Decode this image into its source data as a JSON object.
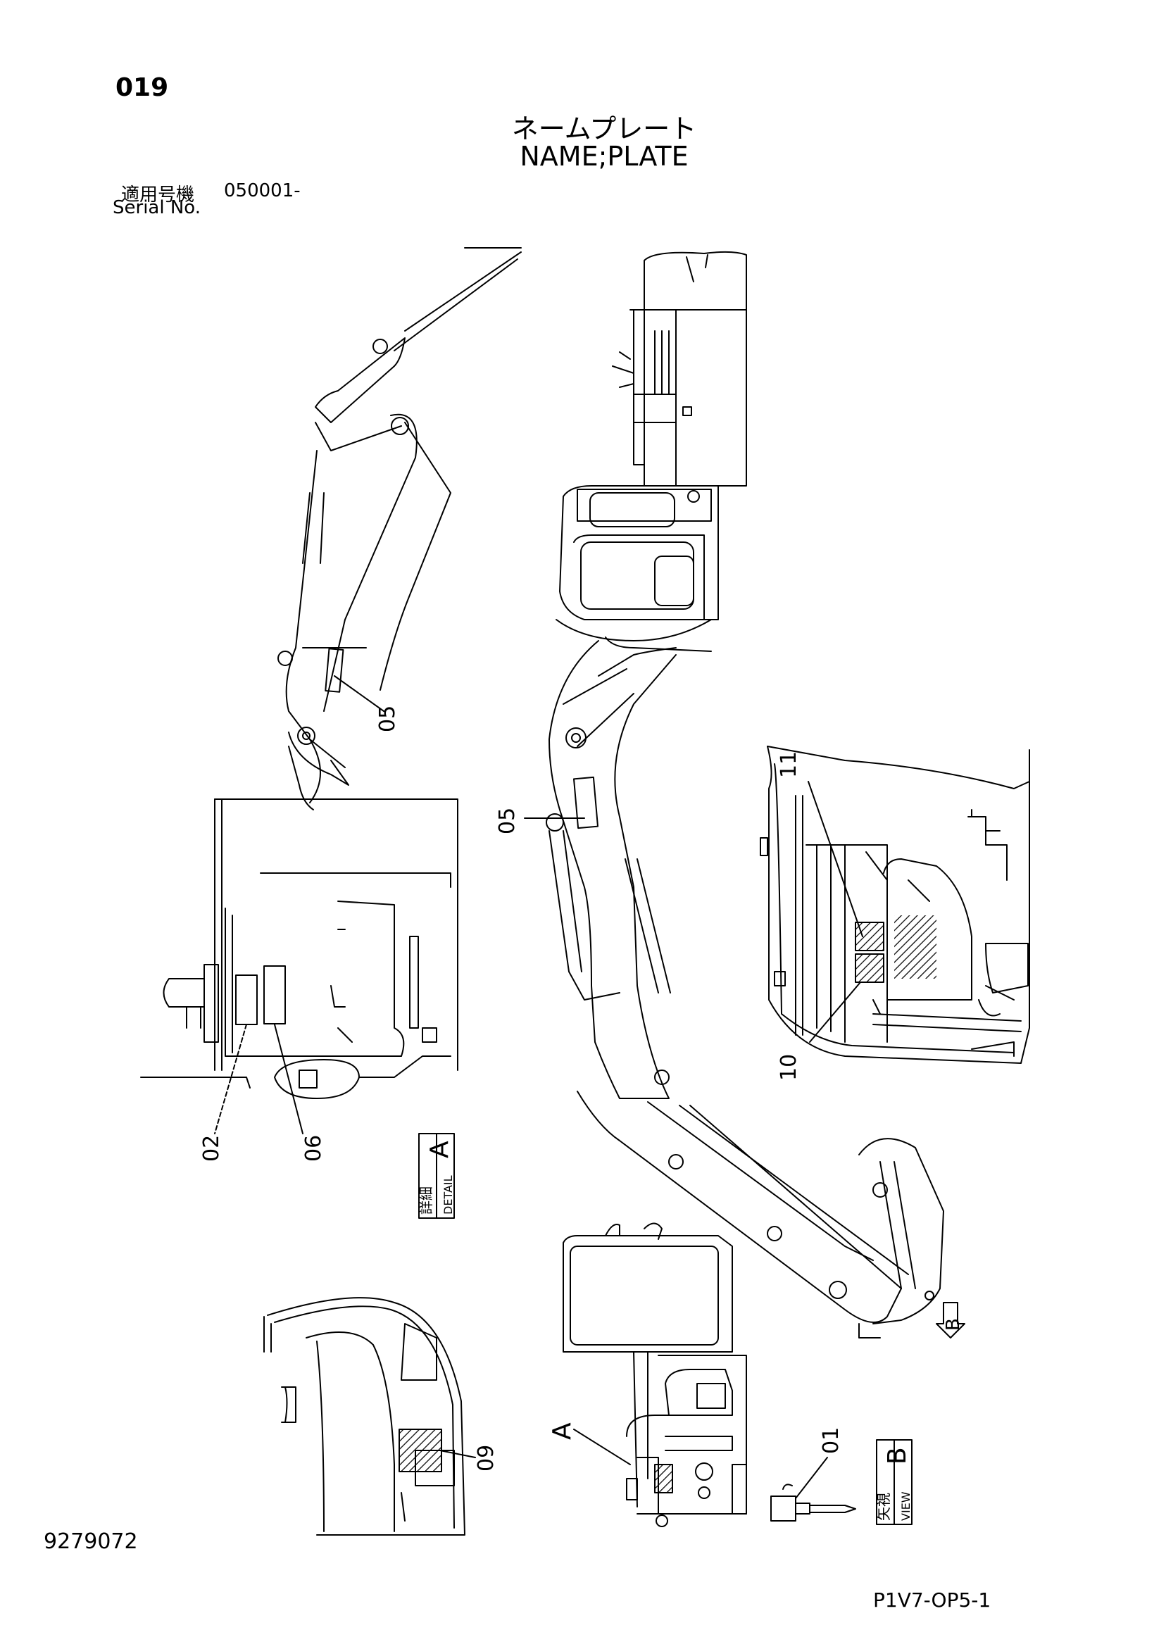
{
  "header": {
    "page_number": "019",
    "title_japanese": "ネームプレート",
    "title_english": "NAME;PLATE",
    "serial_label_japanese": "適用号機",
    "serial_value": "050001-",
    "serial_label_english": "Serial No."
  },
  "callouts": {
    "c01": "01",
    "c02": "02",
    "c05_arm": "05",
    "c05_boom": "05",
    "c06": "06",
    "c09": "09",
    "c10": "10",
    "c11": "11",
    "ref_a": "A"
  },
  "views": {
    "detail_a": {
      "label_japanese": "詳細",
      "label_english": "DETAIL",
      "letter": "A"
    },
    "view_b": {
      "label_japanese": "矢視",
      "label_english": "VIEW",
      "letter": "B"
    },
    "arrow_b_letter": "B"
  },
  "footer": {
    "document_number": "9279072",
    "page_code": "P1V7-OP5-1"
  },
  "colors": {
    "line": "#000000",
    "background": "#ffffff"
  }
}
